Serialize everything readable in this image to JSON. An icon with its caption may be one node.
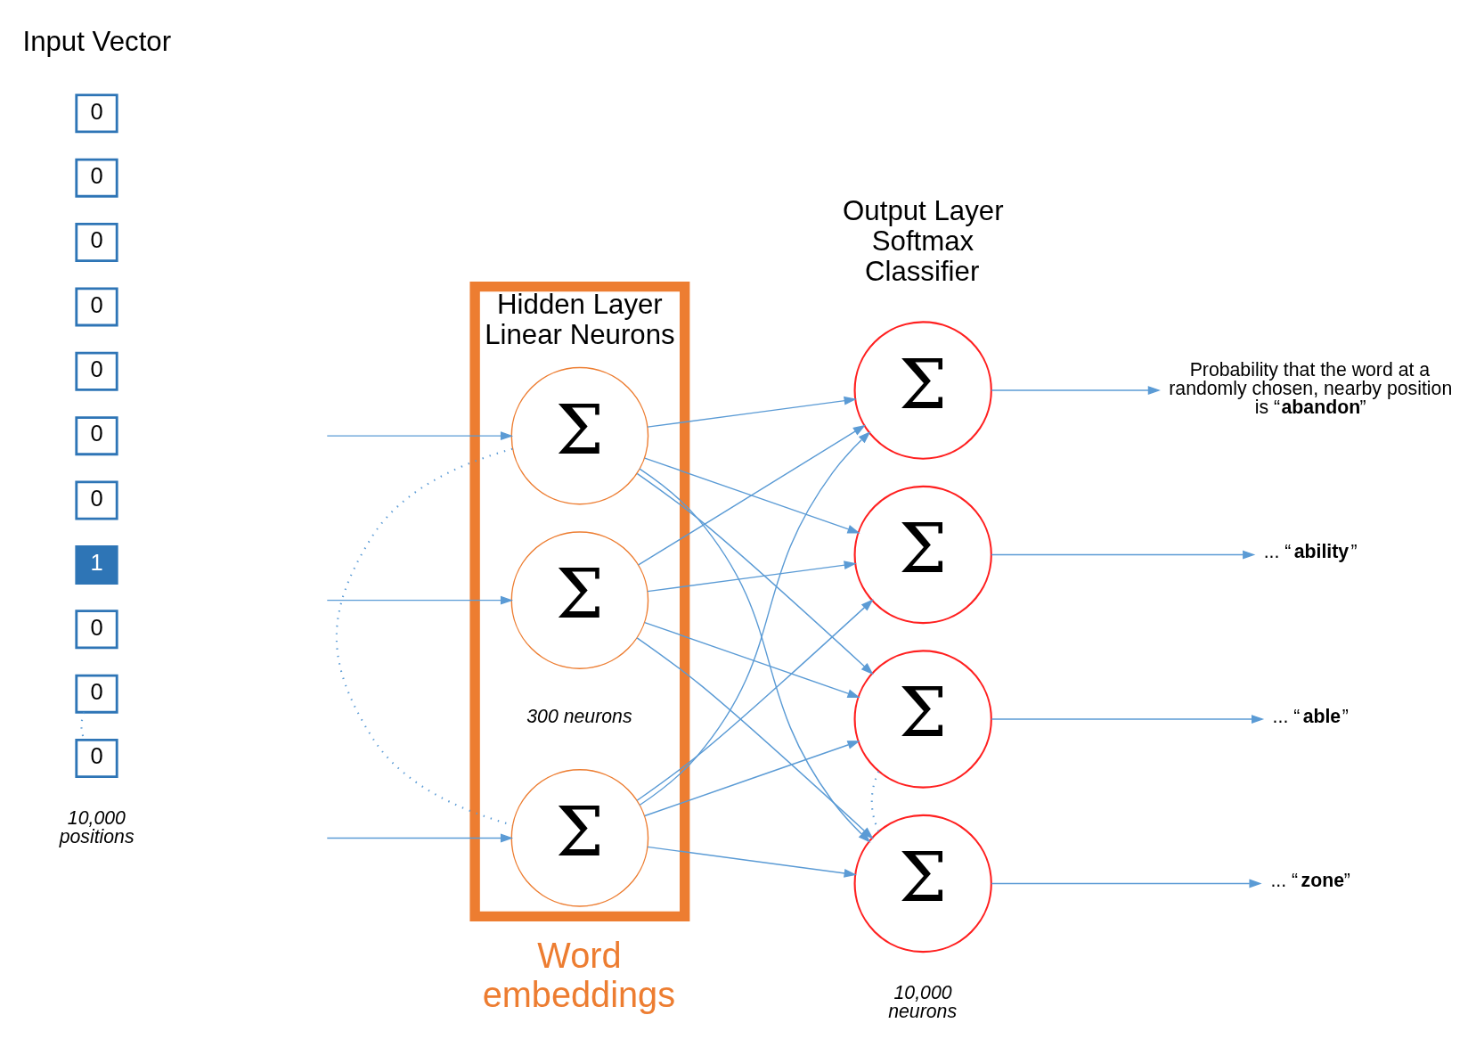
{
  "diagram": {
    "nodes": [
      {
        "text": [
          "0"
        ]
      },
      {
        "text": [
          "0"
        ]
      },
      {
        "text": [
          "0"
        ]
      },
      {
        "text": [
          "0"
        ]
      },
      {
        "text": [
          "0"
        ]
      },
      {
        "text": [
          "0"
        ]
      },
      {
        "text": [
          "0"
        ]
      },
      {
        "text": [
          "1"
        ]
      },
      {
        "text": [
          "0"
        ]
      },
      {
        "text": [
          "0"
        ]
      },
      {
        "text": [
          "0"
        ]
      },
      {
        "text": [
          "Hidden Layer Linear Neurons",
          "300 neurons"
        ]
      },
      {
        "text": [
          "Σ"
        ],
        "in": 11
      },
      {
        "text": [
          "Σ"
        ],
        "in": 11
      },
      {
        "text": [
          "Σ"
        ],
        "in": 11
      },
      {
        "text": [
          "Σ"
        ]
      },
      {
        "text": [
          "Σ"
        ]
      },
      {
        "text": [
          "Σ"
        ]
      },
      {
        "text": [
          "Σ"
        ]
      },
      {
        "text": [
          "Probability that the word at a randomly chosen, nearby position is “**abandon**”"
        ]
      },
      {
        "text": [
          "... “**ability**”"
        ]
      },
      {
        "text": [
          "... “**able**”"
        ]
      },
      {
        "text": [
          "... “**zone**”"
        ]
      }
    ],
    "edges": [
      {
        "from": 9,
        "to": 10,
        "arrow": "none",
        "style": "dashed"
      },
      {
        "from": null,
        "to": 12,
        "arrow": "to"
      },
      {
        "from": null,
        "to": 13,
        "arrow": "to"
      },
      {
        "from": null,
        "to": 14,
        "arrow": "to"
      },
      {
        "from": 13,
        "to": 14,
        "arrow": "none",
        "style": "dashed"
      },
      {
        "from": 12,
        "to": 15,
        "arrow": "to"
      },
      {
        "from": 12,
        "to": 16,
        "arrow": "to"
      },
      {
        "from": 12,
        "to": 17,
        "arrow": "to"
      },
      {
        "from": 12,
        "to": 18,
        "arrow": "to"
      },
      {
        "from": 13,
        "to": 15,
        "arrow": "to"
      },
      {
        "from": 13,
        "to": 16,
        "arrow": "to"
      },
      {
        "from": 13,
        "to": 17,
        "arrow": "to"
      },
      {
        "from": 13,
        "to": 18,
        "arrow": "to"
      },
      {
        "from": 14,
        "to": 15,
        "arrow": "to"
      },
      {
        "from": 14,
        "to": 16,
        "arrow": "to"
      },
      {
        "from": 14,
        "to": 17,
        "arrow": "to"
      },
      {
        "from": 14,
        "to": 18,
        "arrow": "to"
      },
      {
        "from": 17,
        "to": 18,
        "arrow": "none",
        "style": "dashed"
      },
      {
        "from": 15,
        "to": 19,
        "arrow": "to"
      },
      {
        "from": 16,
        "to": 20,
        "arrow": "to"
      },
      {
        "from": 17,
        "to": 21,
        "arrow": "to"
      },
      {
        "from": 18,
        "to": 22,
        "arrow": "to"
      }
    ],
    "labels": [
      "Input Vector",
      "10,000 positions",
      "Word embeddings",
      "Output Layer Softmax Classifier",
      "10,000 neurons"
    ]
  }
}
